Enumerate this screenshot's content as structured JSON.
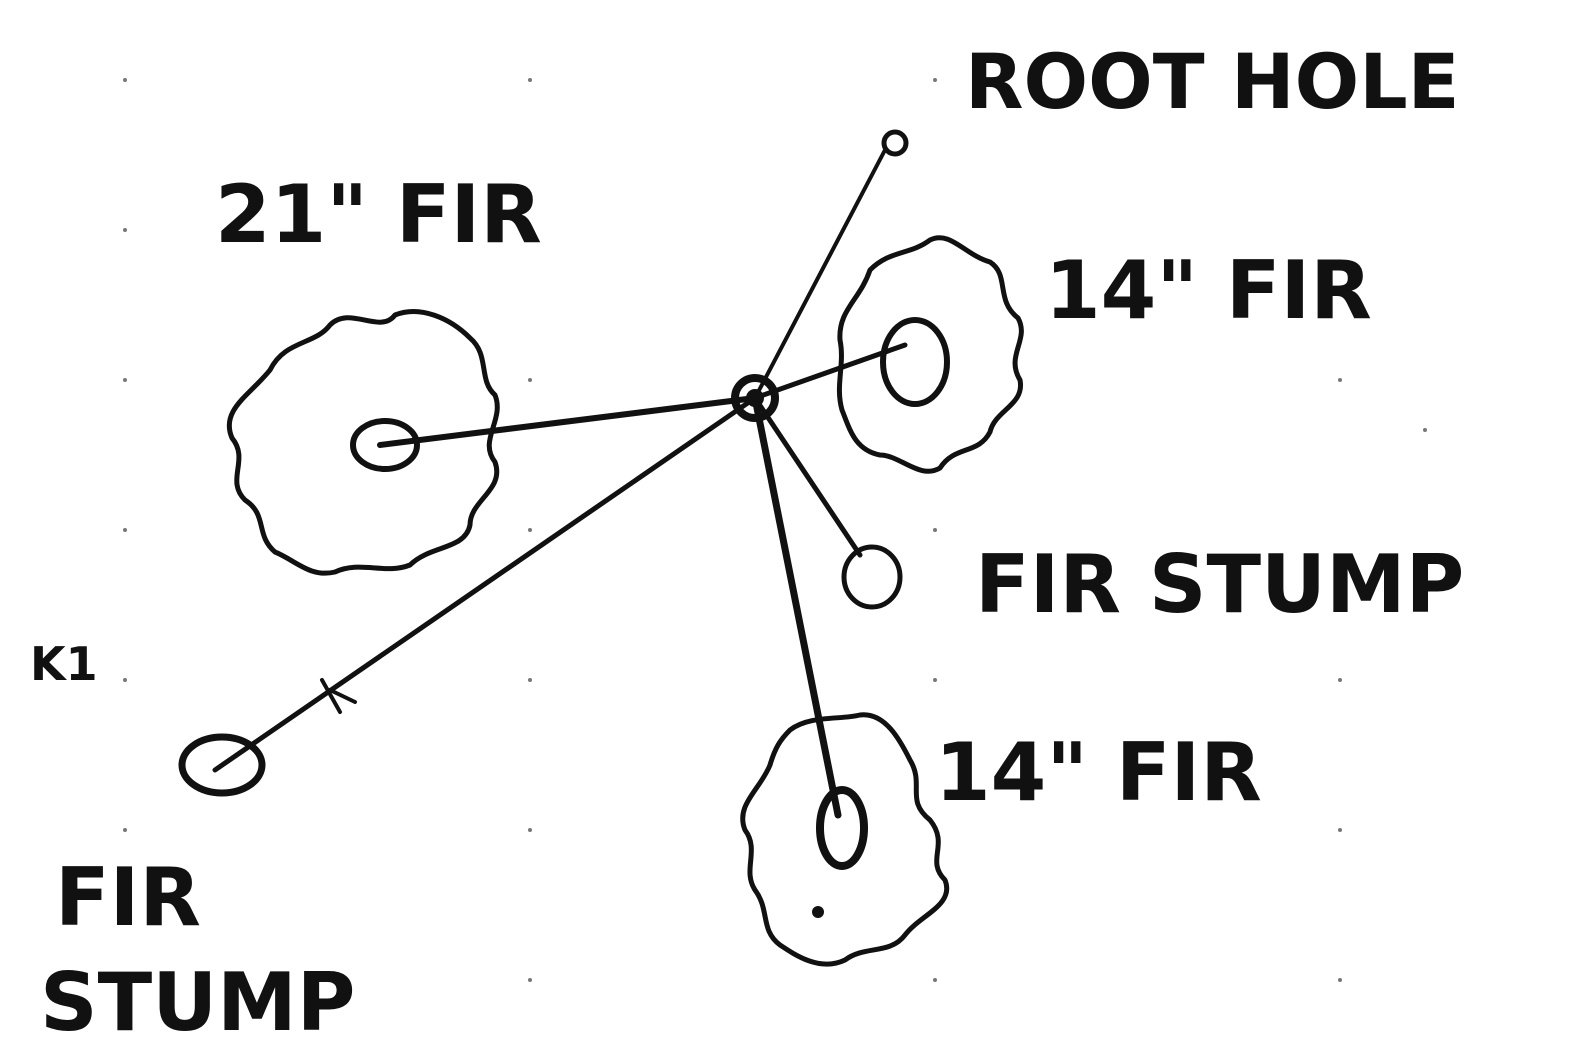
{
  "labels": {
    "root_hole": "ROOT HOLE",
    "fir_21": "21\" FIR",
    "fir_14_upper": "14\" FIR",
    "fir_stump_right": "FIR STUMP",
    "fir_14_lower": "14\" FIR",
    "fir_stump_lower_line1": "FIR",
    "fir_stump_lower_line2": "STUMP",
    "margin_mark": "K1"
  },
  "colors": {
    "ink": "#111111",
    "grid_dots": "#777777",
    "paper": "#ffffff"
  }
}
